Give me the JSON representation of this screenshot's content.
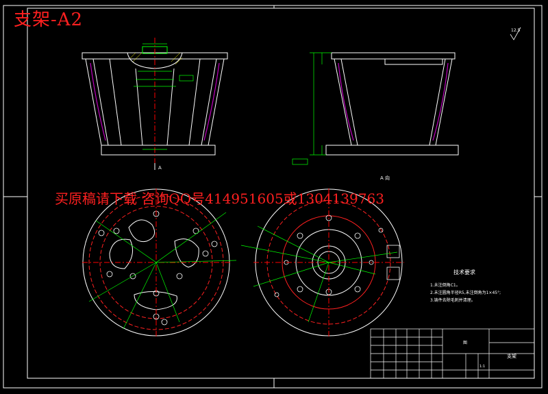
{
  "overlay": {
    "title": "支架-A2",
    "banner": "买原稿请下载 咨询QQ号414951605或1304139763"
  },
  "drawing": {
    "roughness_mark": "12.5",
    "view_label": "A 向",
    "section_mark": "A",
    "tech_req": {
      "title": "技术要求",
      "items": [
        "1.未注倒角C1。",
        "2.未注圆角半径R5,未注倒角为1×45°;",
        "3.铸件去除毛刺并清理。"
      ]
    },
    "titleblock": {
      "name": "支架",
      "drawing_label": "图",
      "scale": "1:1"
    }
  },
  "colors": {
    "background": "#000000",
    "outline": "#ffffff",
    "dimension": "#00ff00",
    "hidden": "#ff2020",
    "centerline": "#ff0000",
    "profile": "#c000c0",
    "watermark": "#ff2020"
  }
}
